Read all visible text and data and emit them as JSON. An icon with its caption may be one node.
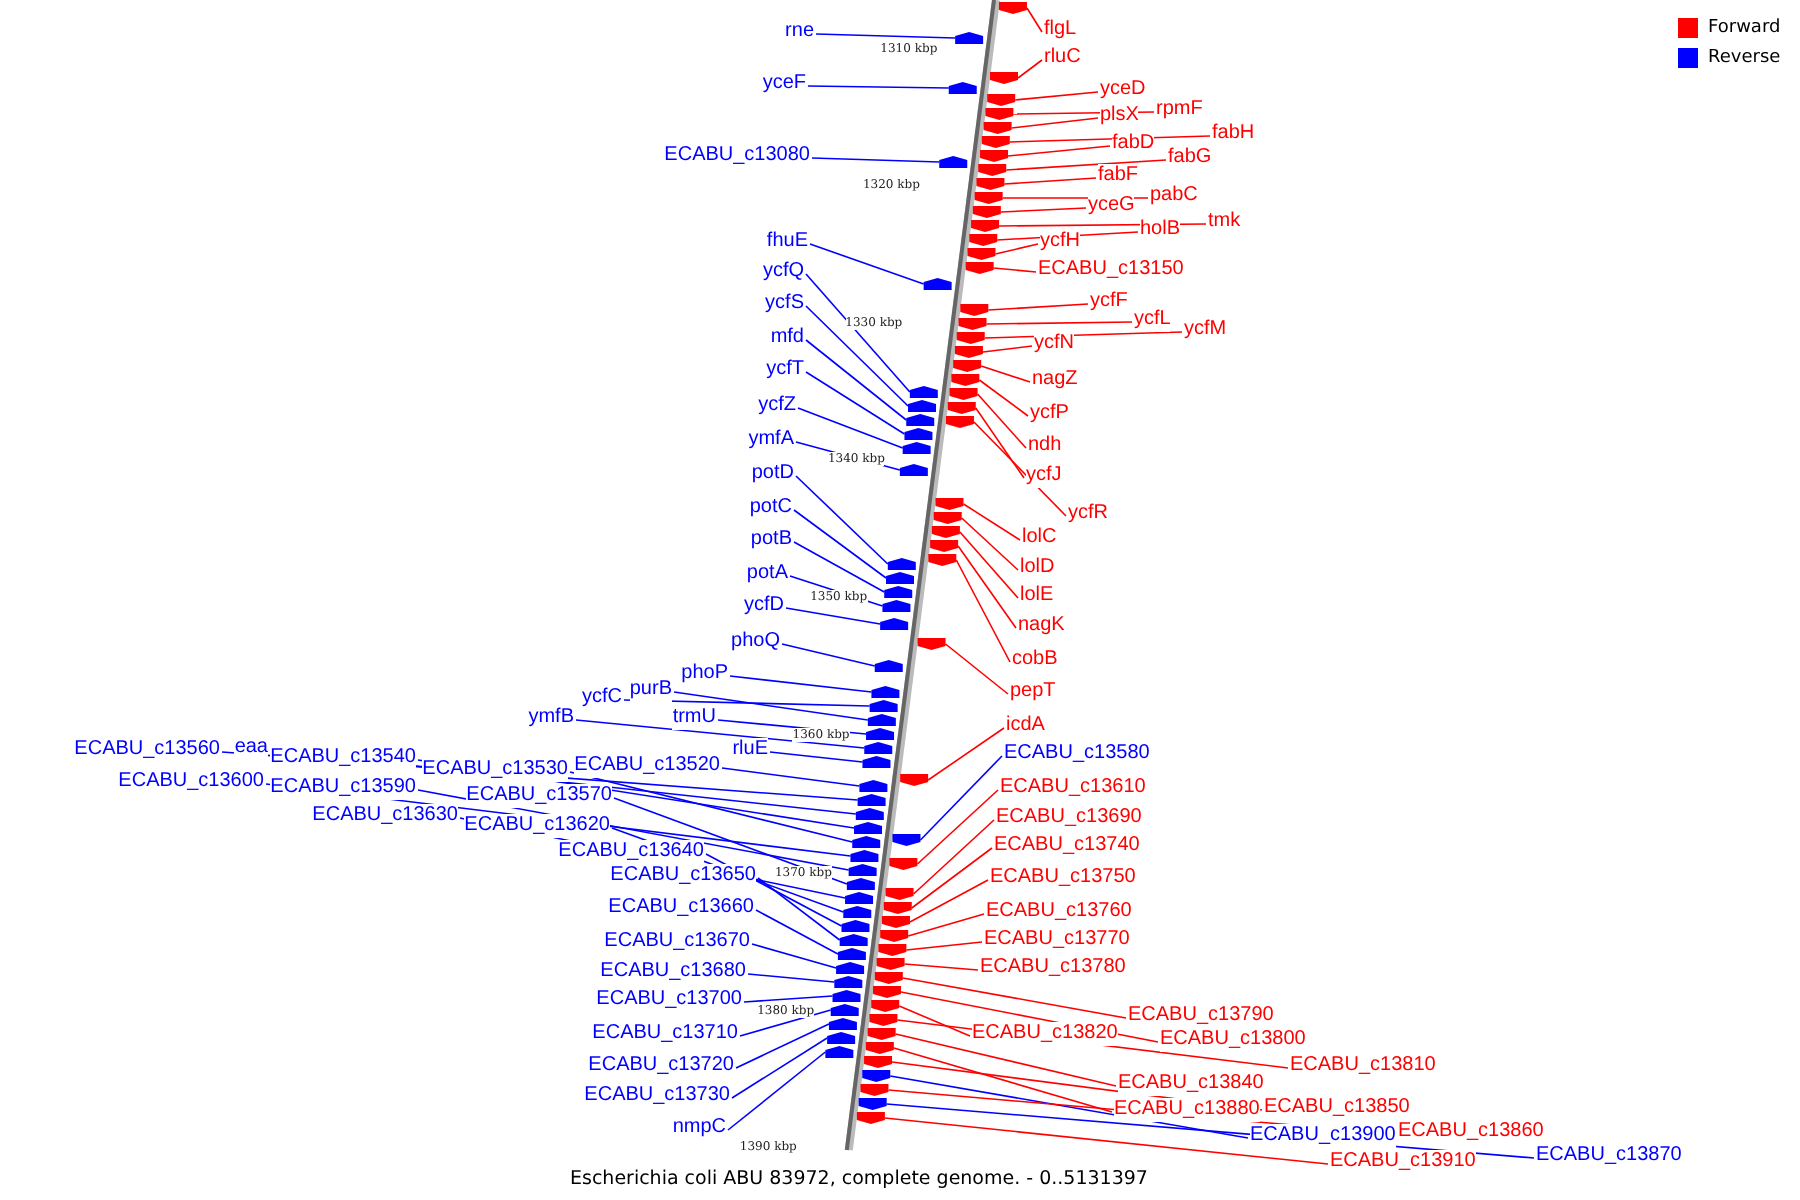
{
  "diagram": {
    "caption": "Escherichia coli ABU 83972, complete genome. - 0..5131397",
    "nodes": [
      {
        "text": [
          "rne"
        ]
      },
      {
        "text": [
          "yceF"
        ]
      },
      {
        "text": [
          "ECABU_c13080"
        ]
      },
      {
        "text": [
          "fhuE"
        ]
      },
      {
        "text": [
          "ycfQ"
        ]
      },
      {
        "text": [
          "ycfS"
        ]
      },
      {
        "text": [
          "mfd"
        ]
      },
      {
        "text": [
          "ycfT"
        ]
      },
      {
        "text": [
          "ycfZ"
        ]
      },
      {
        "text": [
          "ymfA"
        ]
      },
      {
        "text": [
          "potD"
        ]
      },
      {
        "text": [
          "potC"
        ]
      },
      {
        "text": [
          "potB"
        ]
      },
      {
        "text": [
          "potA"
        ]
      },
      {
        "text": [
          "ycfD"
        ]
      },
      {
        "text": [
          "phoQ"
        ]
      },
      {
        "text": [
          "phoP"
        ]
      },
      {
        "text": [
          "ycfC"
        ]
      },
      {
        "text": [
          "purB"
        ]
      },
      {
        "text": [
          "ymfB"
        ]
      },
      {
        "text": [
          "trmU"
        ]
      },
      {
        "text": [
          "rluE"
        ]
      },
      {
        "text": [
          "ECABU_c13560"
        ]
      },
      {
        "text": [
          "eaa"
        ]
      },
      {
        "text": [
          "ECABU_c13540"
        ]
      },
      {
        "text": [
          "ECABU_c13530"
        ]
      },
      {
        "text": [
          "ECABU_c13520"
        ]
      },
      {
        "text": [
          "ECABU_c13600"
        ]
      },
      {
        "text": [
          "ECABU_c13590"
        ]
      },
      {
        "text": [
          "ECABU_c13570"
        ]
      },
      {
        "text": [
          "ECABU_c13630"
        ]
      },
      {
        "text": [
          "ECABU_c13620"
        ]
      },
      {
        "text": [
          "ECABU_c13640"
        ]
      },
      {
        "text": [
          "ECABU_c13650"
        ]
      },
      {
        "text": [
          "ECABU_c13660"
        ]
      },
      {
        "text": [
          "ECABU_c13670"
        ]
      },
      {
        "text": [
          "ECABU_c13680"
        ]
      },
      {
        "text": [
          "ECABU_c13700"
        ]
      },
      {
        "text": [
          "ECABU_c13710"
        ]
      },
      {
        "text": [
          "ECABU_c13720"
        ]
      },
      {
        "text": [
          "ECABU_c13730"
        ]
      },
      {
        "text": [
          "nmpC"
        ]
      },
      {
        "text": [
          "flgL"
        ]
      },
      {
        "text": [
          "rluC"
        ]
      },
      {
        "text": [
          "yceD"
        ]
      },
      {
        "text": [
          "rpmF"
        ]
      },
      {
        "text": [
          "plsX"
        ]
      },
      {
        "text": [
          "fabH"
        ]
      },
      {
        "text": [
          "fabD"
        ]
      },
      {
        "text": [
          "fabG"
        ]
      },
      {
        "text": [
          "fabF"
        ]
      },
      {
        "text": [
          "pabC"
        ]
      },
      {
        "text": [
          "yceG"
        ]
      },
      {
        "text": [
          "tmk"
        ]
      },
      {
        "text": [
          "holB"
        ]
      },
      {
        "text": [
          "ycfH"
        ]
      },
      {
        "text": [
          "ECABU_c13150"
        ]
      },
      {
        "text": [
          "ycfF"
        ]
      },
      {
        "text": [
          "ycfL"
        ]
      },
      {
        "text": [
          "ycfM"
        ]
      },
      {
        "text": [
          "ycfN"
        ]
      },
      {
        "text": [
          "nagZ"
        ]
      },
      {
        "text": [
          "ycfP"
        ]
      },
      {
        "text": [
          "ndh"
        ]
      },
      {
        "text": [
          "ycfJ"
        ]
      },
      {
        "text": [
          "ycfR"
        ]
      },
      {
        "text": [
          "lolC"
        ]
      },
      {
        "text": [
          "lolD"
        ]
      },
      {
        "text": [
          "lolE"
        ]
      },
      {
        "text": [
          "nagK"
        ]
      },
      {
        "text": [
          "cobB"
        ]
      },
      {
        "text": [
          "pepT"
        ]
      },
      {
        "text": [
          "icdA"
        ]
      },
      {
        "text": [
          "ECABU_c13580"
        ]
      },
      {
        "text": [
          "ECABU_c13610"
        ]
      },
      {
        "text": [
          "ECABU_c13690"
        ]
      },
      {
        "text": [
          "ECABU_c13740"
        ]
      },
      {
        "text": [
          "ECABU_c13750"
        ]
      },
      {
        "text": [
          "ECABU_c13760"
        ]
      },
      {
        "text": [
          "ECABU_c13770"
        ]
      },
      {
        "text": [
          "ECABU_c13780"
        ]
      },
      {
        "text": [
          "ECABU_c13790"
        ]
      },
      {
        "text": [
          "ECABU_c13820"
        ]
      },
      {
        "text": [
          "ECABU_c13800"
        ]
      },
      {
        "text": [
          "ECABU_c13810"
        ]
      },
      {
        "text": [
          "ECABU_c13840"
        ]
      },
      {
        "text": [
          "ECABU_c13880"
        ]
      },
      {
        "text": [
          "ECABU_c13850"
        ]
      },
      {
        "text": [
          "ECABU_c13900"
        ]
      },
      {
        "text": [
          "ECABU_c13860"
        ]
      },
      {
        "text": [
          "ECABU_c13910"
        ]
      },
      {
        "text": [
          "ECABU_c13870"
        ]
      },
      {
        "text": [],
        "shape": "pentagon"
      },
      {
        "text": [],
        "shape": "pentagon"
      },
      {
        "text": [],
        "shape": "pentagon"
      },
      {
        "text": [],
        "shape": "pentagon"
      },
      {
        "text": [],
        "shape": "pentagon"
      },
      {
        "text": [],
        "shape": "pentagon"
      },
      {
        "text": [],
        "shape": "pentagon"
      },
      {
        "text": [],
        "shape": "pentagon"
      },
      {
        "text": [],
        "shape": "pentagon"
      },
      {
        "text": [],
        "shape": "pentagon"
      },
      {
        "text": [],
        "shape": "pentagon"
      },
      {
        "text": [],
        "shape": "pentagon"
      },
      {
        "text": [],
        "shape": "pentagon"
      },
      {
        "text": [],
        "shape": "pentagon"
      },
      {
        "text": [],
        "shape": "pentagon"
      },
      {
        "text": [],
        "shape": "pentagon"
      },
      {
        "text": [],
        "shape": "pentagon"
      },
      {
        "text": [],
        "shape": "pentagon"
      },
      {
        "text": [],
        "shape": "pentagon"
      },
      {
        "text": [],
        "shape": "pentagon"
      },
      {
        "text": [],
        "shape": "pentagon"
      },
      {
        "text": [],
        "shape": "pentagon"
      },
      {
        "text": [],
        "shape": "pentagon"
      },
      {
        "text": [],
        "shape": "pentagon"
      },
      {
        "text": [],
        "shape": "pentagon"
      },
      {
        "text": [],
        "shape": "pentagon"
      },
      {
        "text": [],
        "shape": "pentagon"
      },
      {
        "text": [],
        "shape": "pentagon"
      },
      {
        "text": [],
        "shape": "pentagon"
      },
      {
        "text": [],
        "shape": "pentagon"
      },
      {
        "text": [],
        "shape": "pentagon"
      },
      {
        "text": [],
        "shape": "pentagon"
      },
      {
        "text": [],
        "shape": "pentagon"
      },
      {
        "text": [],
        "shape": "pentagon"
      },
      {
        "text": [],
        "shape": "pentagon"
      },
      {
        "text": [],
        "shape": "pentagon"
      },
      {
        "text": [],
        "shape": "pentagon"
      },
      {
        "text": [],
        "shape": "pentagon"
      },
      {
        "text": [],
        "shape": "pentagon"
      },
      {
        "text": [],
        "shape": "pentagon"
      },
      {
        "text": [],
        "shape": "pentagon"
      },
      {
        "text": [],
        "shape": "pentagon"
      },
      {
        "text": [],
        "shape": "pentagon"
      },
      {
        "text": [],
        "shape": "pentagon"
      },
      {
        "text": [],
        "shape": "pentagon"
      },
      {
        "text": [],
        "shape": "pentagon"
      },
      {
        "text": [],
        "shape": "pentagon"
      },
      {
        "text": [],
        "shape": "pentagon"
      },
      {
        "text": [],
        "shape": "pentagon"
      },
      {
        "text": [],
        "shape": "pentagon"
      },
      {
        "text": [],
        "shape": "pentagon"
      },
      {
        "text": [],
        "shape": "pentagon"
      },
      {
        "text": [],
        "shape": "pentagon"
      },
      {
        "text": [],
        "shape": "pentagon"
      },
      {
        "text": [],
        "shape": "pentagon"
      },
      {
        "text": [],
        "shape": "pentagon"
      },
      {
        "text": [],
        "shape": "pentagon"
      },
      {
        "text": [],
        "shape": "pentagon"
      },
      {
        "text": [],
        "shape": "pentagon"
      },
      {
        "text": [],
        "shape": "pentagon"
      },
      {
        "text": [],
        "shape": "pentagon"
      },
      {
        "text": [],
        "shape": "pentagon"
      },
      {
        "text": [],
        "shape": "pentagon"
      },
      {
        "text": [],
        "shape": "pentagon"
      },
      {
        "text": [],
        "shape": "pentagon"
      },
      {
        "text": [],
        "shape": "pentagon"
      },
      {
        "text": [],
        "shape": "pentagon"
      },
      {
        "text": [],
        "shape": "pentagon"
      },
      {
        "text": [],
        "shape": "pentagon"
      },
      {
        "text": [],
        "shape": "pentagon"
      },
      {
        "text": [],
        "shape": "pentagon"
      },
      {
        "text": [],
        "shape": "pentagon"
      },
      {
        "text": [],
        "shape": "pentagon"
      },
      {
        "text": [],
        "shape": "pentagon"
      },
      {
        "text": [],
        "shape": "pentagon"
      },
      {
        "text": [],
        "shape": "pentagon"
      },
      {
        "text": [],
        "shape": "pentagon"
      },
      {
        "text": [],
        "shape": "pentagon"
      },
      {
        "text": [],
        "shape": "pentagon"
      },
      {
        "text": [],
        "shape": "pentagon"
      },
      {
        "text": [],
        "shape": "pentagon"
      },
      {
        "text": [],
        "shape": "pentagon"
      },
      {
        "text": [],
        "shape": "pentagon"
      },
      {
        "text": [],
        "shape": "pentagon"
      },
      {
        "text": [],
        "shape": "pentagon"
      },
      {
        "text": [],
        "shape": "pentagon"
      },
      {
        "text": [],
        "shape": "pentagon"
      },
      {
        "text": [],
        "shape": "pentagon"
      },
      {
        "text": [],
        "shape": "pentagon"
      },
      {
        "text": [],
        "shape": "pentagon"
      },
      {
        "text": [],
        "shape": "pentagon"
      },
      {
        "text": [],
        "shape": "pentagon"
      }
    ],
    "edges": [
      {
        "from": 0,
        "to": 92,
        "arrow": "none",
        "color": "#0000ff"
      },
      {
        "from": 1,
        "to": 93,
        "arrow": "none",
        "color": "#0000ff"
      },
      {
        "from": 2,
        "to": 94,
        "arrow": "none",
        "color": "#0000ff"
      },
      {
        "from": 3,
        "to": 95,
        "arrow": "none",
        "color": "#0000ff"
      },
      {
        "from": 4,
        "to": 96,
        "arrow": "none",
        "color": "#0000ff"
      },
      {
        "from": 5,
        "to": 97,
        "arrow": "none",
        "color": "#0000ff"
      },
      {
        "from": 6,
        "to": 98,
        "arrow": "none",
        "color": "#0000ff"
      },
      {
        "from": 7,
        "to": 99,
        "arrow": "none",
        "color": "#0000ff"
      },
      {
        "from": 8,
        "to": 100,
        "arrow": "none",
        "color": "#0000ff"
      },
      {
        "from": 9,
        "to": 101,
        "arrow": "none",
        "color": "#0000ff"
      },
      {
        "from": 10,
        "to": 102,
        "arrow": "none",
        "color": "#0000ff"
      },
      {
        "from": 11,
        "to": 103,
        "arrow": "none",
        "color": "#0000ff"
      },
      {
        "from": 12,
        "to": 104,
        "arrow": "none",
        "color": "#0000ff"
      },
      {
        "from": 13,
        "to": 105,
        "arrow": "none",
        "color": "#0000ff"
      },
      {
        "from": 14,
        "to": 106,
        "arrow": "none",
        "color": "#0000ff"
      },
      {
        "from": 15,
        "to": 107,
        "arrow": "none",
        "color": "#0000ff"
      },
      {
        "from": 16,
        "to": 108,
        "arrow": "none",
        "color": "#0000ff"
      },
      {
        "from": 17,
        "to": 109,
        "arrow": "none",
        "color": "#0000ff"
      },
      {
        "from": 18,
        "to": 110,
        "arrow": "none",
        "color": "#0000ff"
      },
      {
        "from": 19,
        "to": 111,
        "arrow": "none",
        "color": "#0000ff"
      },
      {
        "from": 20,
        "to": 112,
        "arrow": "none",
        "color": "#0000ff"
      },
      {
        "from": 21,
        "to": 113,
        "arrow": "none",
        "color": "#0000ff"
      },
      {
        "from": 22,
        "to": 114,
        "arrow": "none",
        "color": "#0000ff"
      },
      {
        "from": 23,
        "to": 115,
        "arrow": "none",
        "color": "#0000ff"
      },
      {
        "from": 24,
        "to": 116,
        "arrow": "none",
        "color": "#0000ff"
      },
      {
        "from": 25,
        "to": 117,
        "arrow": "none",
        "color": "#0000ff"
      },
      {
        "from": 26,
        "to": 118,
        "arrow": "none",
        "color": "#0000ff"
      },
      {
        "from": 27,
        "to": 119,
        "arrow": "none",
        "color": "#0000ff"
      },
      {
        "from": 28,
        "to": 120,
        "arrow": "none",
        "color": "#0000ff"
      },
      {
        "from": 29,
        "to": 121,
        "arrow": "none",
        "color": "#0000ff"
      },
      {
        "from": 30,
        "to": 122,
        "arrow": "none",
        "color": "#0000ff"
      },
      {
        "from": 31,
        "to": 123,
        "arrow": "none",
        "color": "#0000ff"
      },
      {
        "from": 32,
        "to": 124,
        "arrow": "none",
        "color": "#0000ff"
      },
      {
        "from": 33,
        "to": 125,
        "arrow": "none",
        "color": "#0000ff"
      },
      {
        "from": 34,
        "to": 126,
        "arrow": "none",
        "color": "#0000ff"
      },
      {
        "from": 35,
        "to": 127,
        "arrow": "none",
        "color": "#0000ff"
      },
      {
        "from": 36,
        "to": 128,
        "arrow": "none",
        "color": "#0000ff"
      },
      {
        "from": 37,
        "to": 129,
        "arrow": "none",
        "color": "#0000ff"
      },
      {
        "from": 38,
        "to": 130,
        "arrow": "none",
        "color": "#0000ff"
      },
      {
        "from": 39,
        "to": 131,
        "arrow": "none",
        "color": "#0000ff"
      },
      {
        "from": 40,
        "to": 132,
        "arrow": "none",
        "color": "#0000ff"
      },
      {
        "from": 41,
        "to": 133,
        "arrow": "none",
        "color": "#0000ff"
      },
      {
        "from": 42,
        "to": 134,
        "arrow": "none",
        "color": "#ff0000"
      },
      {
        "from": 43,
        "to": 135,
        "arrow": "none",
        "color": "#ff0000"
      },
      {
        "from": 44,
        "to": 136,
        "arrow": "none",
        "color": "#ff0000"
      },
      {
        "from": 45,
        "to": 137,
        "arrow": "none",
        "color": "#ff0000"
      },
      {
        "from": 46,
        "to": 138,
        "arrow": "none",
        "color": "#ff0000"
      },
      {
        "from": 47,
        "to": 139,
        "arrow": "none",
        "color": "#ff0000"
      },
      {
        "from": 48,
        "to": 140,
        "arrow": "none",
        "color": "#ff0000"
      },
      {
        "from": 49,
        "to": 141,
        "arrow": "none",
        "color": "#ff0000"
      },
      {
        "from": 50,
        "to": 142,
        "arrow": "none",
        "color": "#ff0000"
      },
      {
        "from": 51,
        "to": 143,
        "arrow": "none",
        "color": "#ff0000"
      },
      {
        "from": 52,
        "to": 144,
        "arrow": "none",
        "color": "#ff0000"
      },
      {
        "from": 53,
        "to": 145,
        "arrow": "none",
        "color": "#ff0000"
      },
      {
        "from": 54,
        "to": 146,
        "arrow": "none",
        "color": "#ff0000"
      },
      {
        "from": 55,
        "to": 147,
        "arrow": "none",
        "color": "#ff0000"
      },
      {
        "from": 56,
        "to": 148,
        "arrow": "none",
        "color": "#ff0000"
      },
      {
        "from": 57,
        "to": 149,
        "arrow": "none",
        "color": "#ff0000"
      },
      {
        "from": 58,
        "to": 150,
        "arrow": "none",
        "color": "#ff0000"
      },
      {
        "from": 59,
        "to": 151,
        "arrow": "none",
        "color": "#ff0000"
      },
      {
        "from": 60,
        "to": 152,
        "arrow": "none",
        "color": "#ff0000"
      },
      {
        "from": 61,
        "to": 153,
        "arrow": "none",
        "color": "#ff0000"
      },
      {
        "from": 62,
        "to": 154,
        "arrow": "none",
        "color": "#ff0000"
      },
      {
        "from": 63,
        "to": 155,
        "arrow": "none",
        "color": "#ff0000"
      },
      {
        "from": 64,
        "to": 156,
        "arrow": "none",
        "color": "#ff0000"
      },
      {
        "from": 65,
        "to": 157,
        "arrow": "none",
        "color": "#ff0000"
      },
      {
        "from": 66,
        "to": 158,
        "arrow": "none",
        "color": "#ff0000"
      },
      {
        "from": 67,
        "to": 159,
        "arrow": "none",
        "color": "#ff0000"
      },
      {
        "from": 68,
        "to": 160,
        "arrow": "none",
        "color": "#ff0000"
      },
      {
        "from": 69,
        "to": 161,
        "arrow": "none",
        "color": "#ff0000"
      },
      {
        "from": 70,
        "to": 162,
        "arrow": "none",
        "color": "#ff0000"
      },
      {
        "from": 71,
        "to": 163,
        "arrow": "none",
        "color": "#ff0000"
      },
      {
        "from": 72,
        "to": 164,
        "arrow": "none",
        "color": "#ff0000"
      },
      {
        "from": 73,
        "to": 165,
        "arrow": "none",
        "color": "#0000ff"
      },
      {
        "from": 74,
        "to": 166,
        "arrow": "none",
        "color": "#ff0000"
      },
      {
        "from": 75,
        "to": 167,
        "arrow": "none",
        "color": "#ff0000"
      },
      {
        "from": 76,
        "to": 168,
        "arrow": "none",
        "color": "#ff0000"
      },
      {
        "from": 77,
        "to": 169,
        "arrow": "none",
        "color": "#ff0000"
      },
      {
        "from": 78,
        "to": 170,
        "arrow": "none",
        "color": "#ff0000"
      },
      {
        "from": 79,
        "to": 171,
        "arrow": "none",
        "color": "#ff0000"
      },
      {
        "from": 80,
        "to": 172,
        "arrow": "none",
        "color": "#ff0000"
      },
      {
        "from": 81,
        "to": 173,
        "arrow": "none",
        "color": "#ff0000"
      },
      {
        "from": 82,
        "to": 174,
        "arrow": "none",
        "color": "#ff0000"
      },
      {
        "from": 83,
        "to": 175,
        "arrow": "none",
        "color": "#ff0000"
      },
      {
        "from": 84,
        "to": 176,
        "arrow": "none",
        "color": "#ff0000"
      },
      {
        "from": 85,
        "to": 177,
        "arrow": "none",
        "color": "#ff0000"
      },
      {
        "from": 86,
        "to": 178,
        "arrow": "none",
        "color": "#ff0000"
      },
      {
        "from": 87,
        "to": 179,
        "arrow": "none",
        "color": "#ff0000"
      },
      {
        "from": 88,
        "to": 180,
        "arrow": "none",
        "color": "#0000ff"
      },
      {
        "from": 89,
        "to": 181,
        "arrow": "none",
        "color": "#ff0000"
      },
      {
        "from": 90,
        "to": 182,
        "arrow": "none",
        "color": "#ff0000"
      },
      {
        "from": 91,
        "to": 183,
        "arrow": "none",
        "color": "#0000ff"
      }
    ],
    "labels": [
      "1310 kbp",
      "1320 kbp",
      "1330 kbp",
      "1340 kbp",
      "1350 kbp",
      "1360 kbp",
      "1370 kbp",
      "1380 kbp",
      "1390 kbp"
    ],
    "legend": [
      {
        "text": "Forward",
        "color": "#ff0000"
      },
      {
        "text": "Reverse",
        "color": "#0000ff"
      }
    ]
  }
}
